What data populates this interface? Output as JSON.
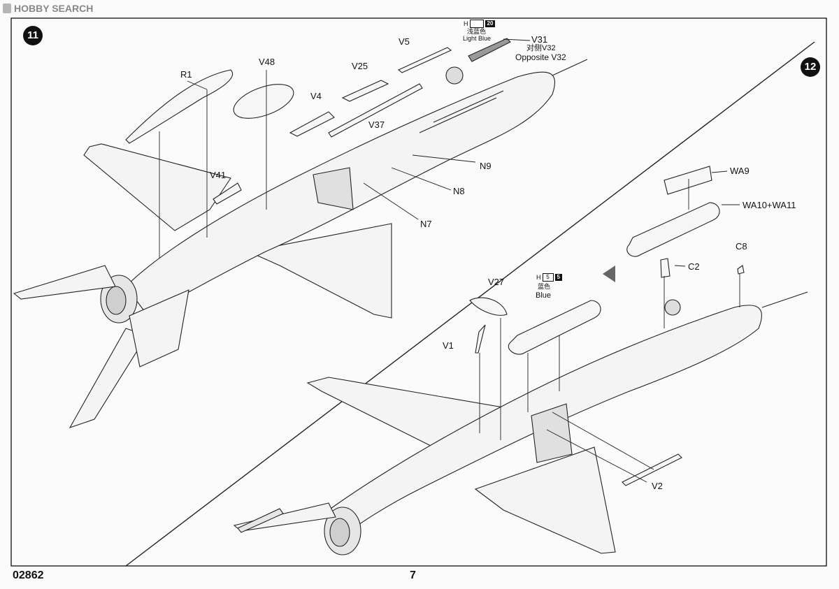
{
  "watermark": {
    "text": "HOBBY SEARCH"
  },
  "steps": {
    "left": "11",
    "right": "12"
  },
  "footer": {
    "catalog": "02862",
    "page": "7"
  },
  "step11_labels": {
    "r1": "R1",
    "v48": "V48",
    "v25": "V25",
    "v5": "V5",
    "v4": "V4",
    "v37": "V37",
    "v41": "V41",
    "n9": "N9",
    "n8": "N8",
    "n7": "N7",
    "v31": "V31",
    "v32_cn": "对侧V32",
    "v32_en": "Opposite V32"
  },
  "step11_paint": {
    "code": "H",
    "num": "20",
    "cn": "浅蓝色",
    "en": "Light Blue"
  },
  "step12_labels": {
    "wa9": "WA9",
    "wa10": "WA10+WA11",
    "c8": "C8",
    "c2": "C2",
    "v27": "V27",
    "v1": "V1",
    "v2": "V2"
  },
  "step12_paint": {
    "code": "H",
    "num1": "5",
    "num2": "5",
    "cn": "蓝色",
    "en": "Blue"
  }
}
